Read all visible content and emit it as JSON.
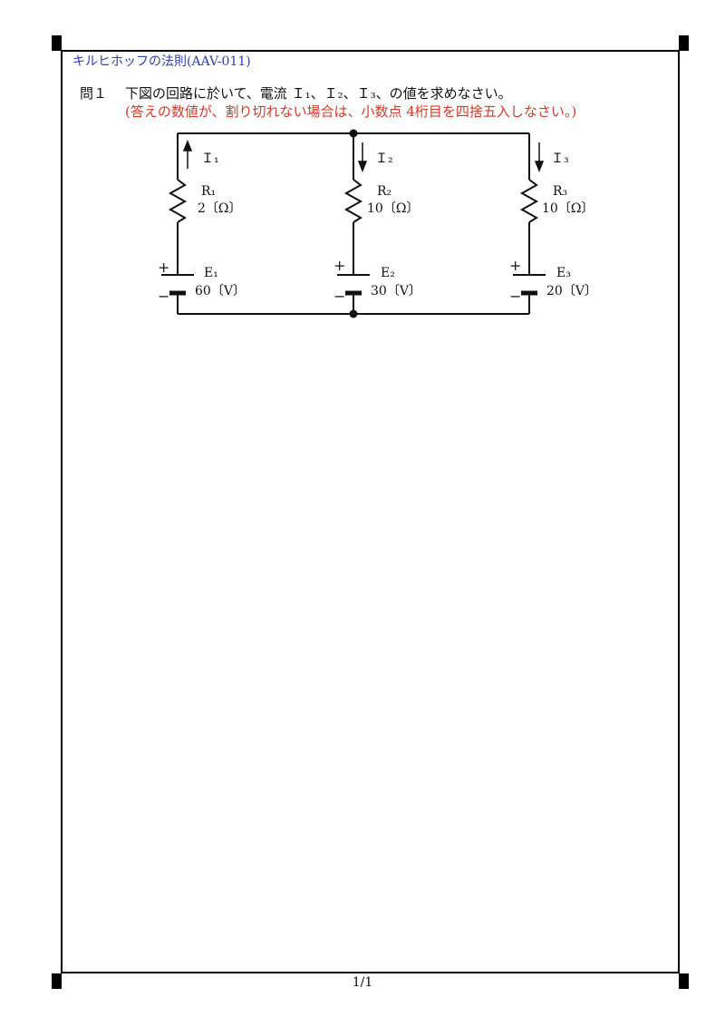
{
  "header": {
    "title": "キルヒホッフの法則(AAV-011)"
  },
  "question": {
    "number": "問１",
    "text": "下図の回路に於いて、電流 Ｉ₁、Ｉ₂、Ｉ₃、の値を求めなさい。",
    "note": "(答えの数値が、割り切れない場合は、小数点 4桁目を四捨五入しなさい。)"
  },
  "circuit": {
    "branches": [
      {
        "current": "Ｉ₁",
        "current_direction": "up",
        "resistor_name": "R₁",
        "resistor_value": "2〔Ω〕",
        "source_name": "E₁",
        "source_value": "60〔V〕",
        "plus": "+",
        "minus": "−"
      },
      {
        "current": "Ｉ₂",
        "current_direction": "down",
        "resistor_name": "R₂",
        "resistor_value": "10〔Ω〕",
        "source_name": "E₂",
        "source_value": "30〔V〕",
        "plus": "+",
        "minus": "−"
      },
      {
        "current": "Ｉ₃",
        "current_direction": "down",
        "resistor_name": "R₃",
        "resistor_value": "10〔Ω〕",
        "source_name": "E₃",
        "source_value": "20〔V〕",
        "plus": "+",
        "minus": "−"
      }
    ]
  },
  "footer": {
    "page": "1/1"
  }
}
